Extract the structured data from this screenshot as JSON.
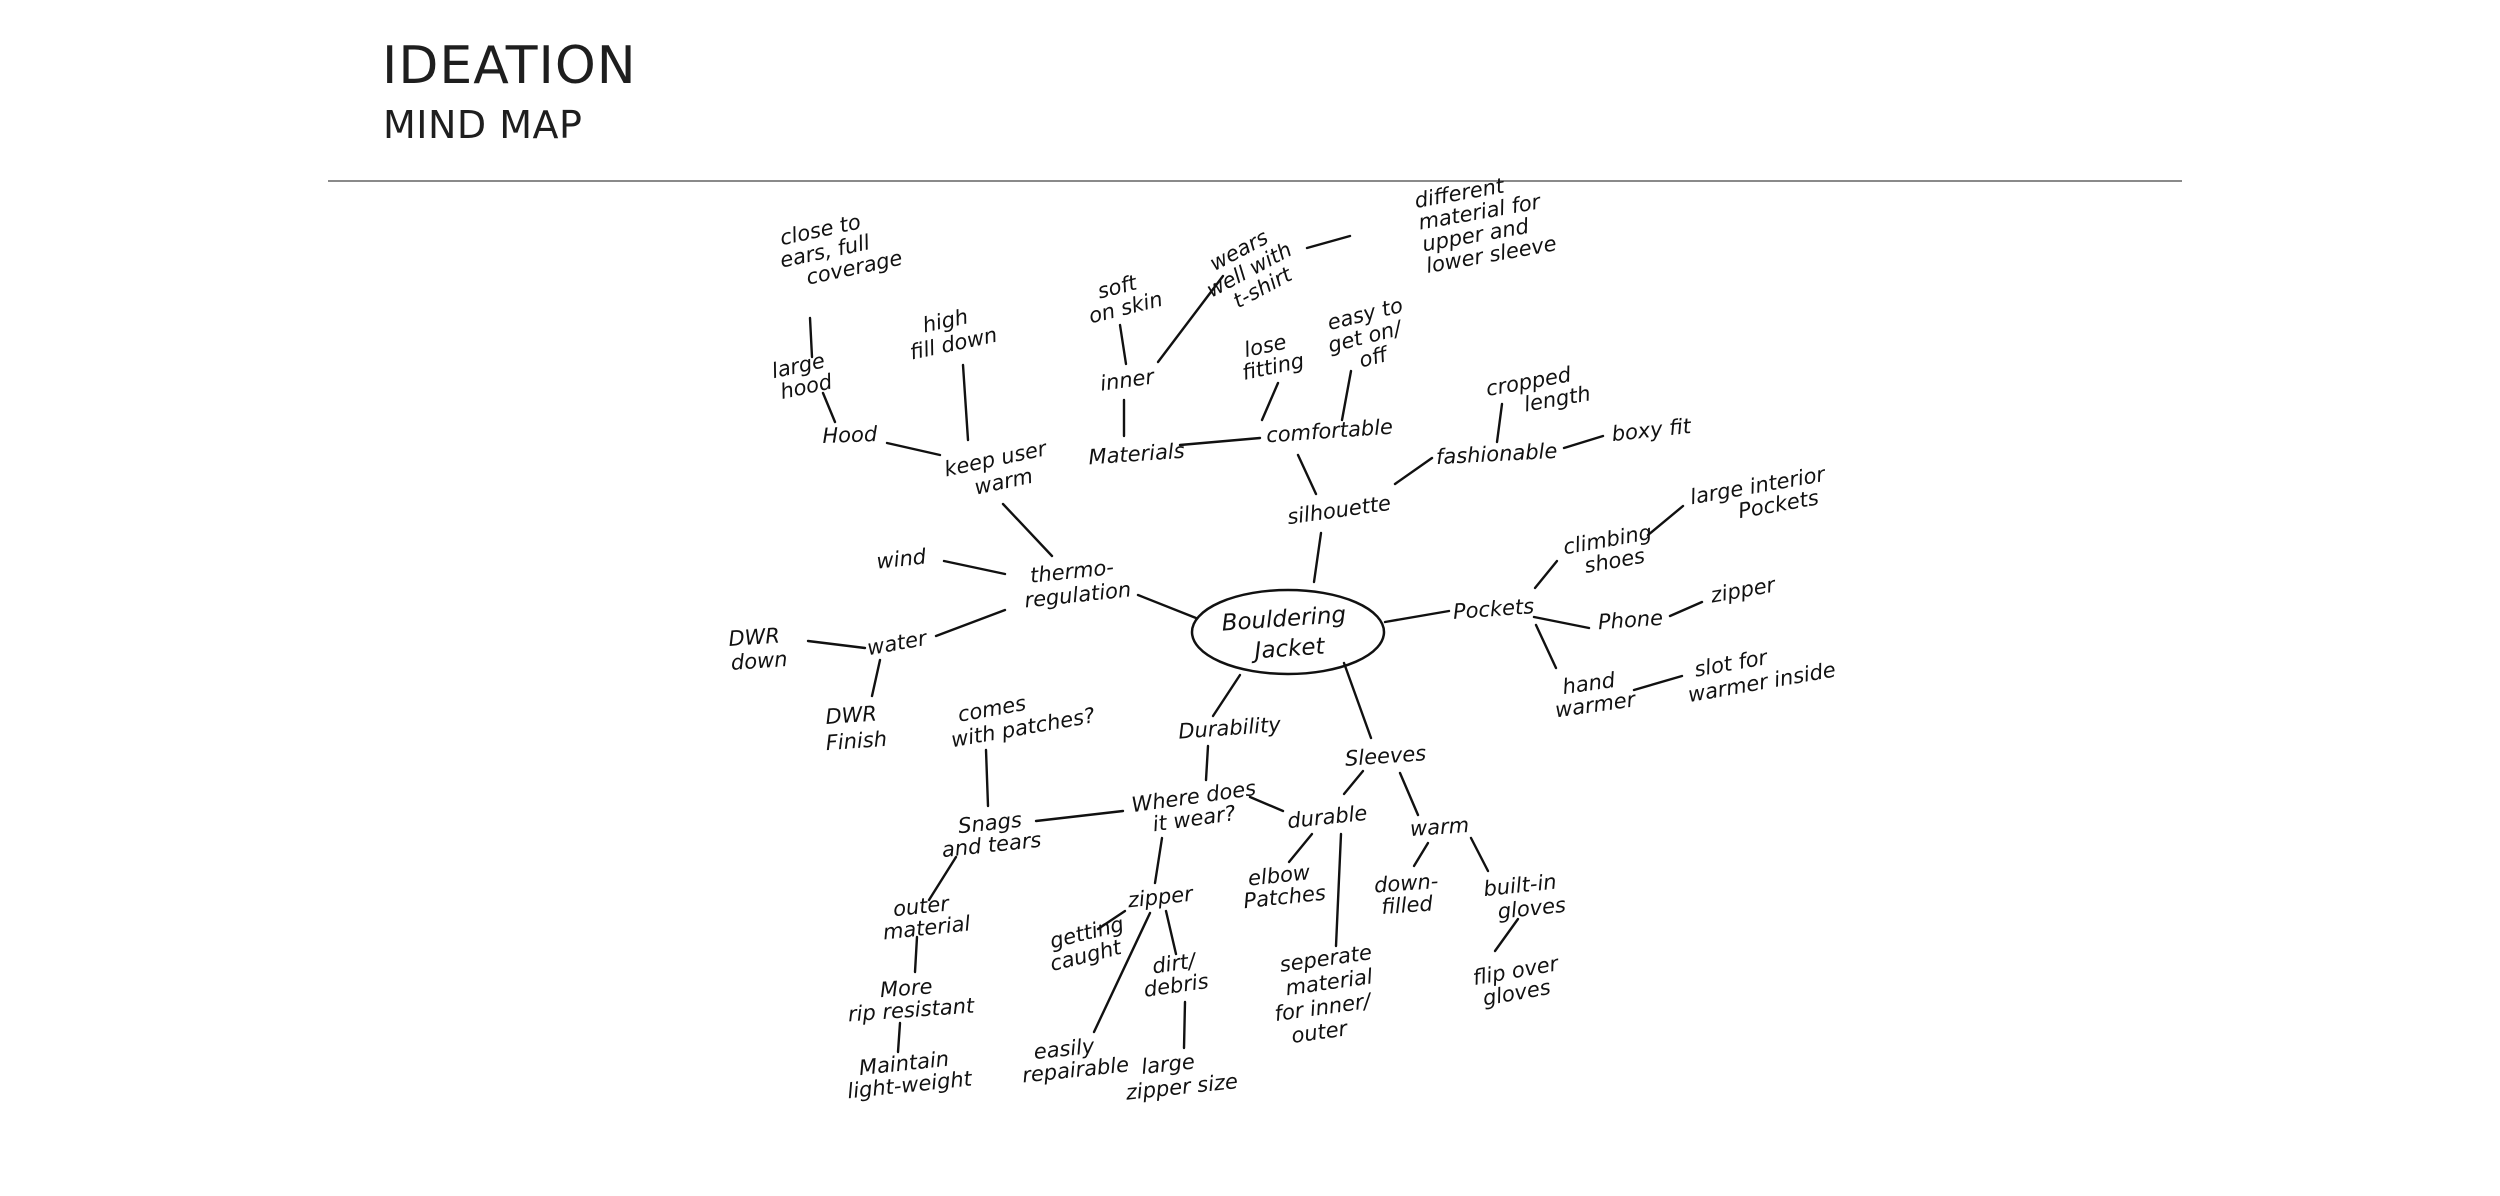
{
  "page": {
    "title": "IDEATION",
    "subtitle": "MIND MAP"
  },
  "center": {
    "lines": [
      "Bouldering",
      "Jacket"
    ]
  },
  "nodes": {
    "thermoregulation": [
      "thermo-",
      "regulation"
    ],
    "keep_user_warm": [
      "keep user",
      "warm"
    ],
    "hood": [
      "Hood"
    ],
    "large_hood": [
      "large",
      "hood"
    ],
    "close_to_ears": [
      "close to",
      "ears, full",
      "coverage"
    ],
    "high_fill_down": [
      "high",
      "fill down"
    ],
    "wind": [
      "wind"
    ],
    "water": [
      "water"
    ],
    "dwr_down": [
      "DWR",
      "down"
    ],
    "dwr_finish": [
      "DWR",
      "Finish"
    ],
    "silhouette": [
      "silhouette"
    ],
    "comfortable": [
      "comfortable"
    ],
    "materials": [
      "Materials"
    ],
    "inner": [
      "inner"
    ],
    "soft_on_skin": [
      "soft",
      "on skin"
    ],
    "wears_well": [
      "wears",
      "well with",
      "t-shirt"
    ],
    "different_material": [
      "different",
      "material for",
      "upper and",
      "lower sleeve"
    ],
    "lose_fitting": [
      "lose",
      "fitting"
    ],
    "easy_on_off": [
      "easy to",
      "get on/",
      "off"
    ],
    "fashionable": [
      "fashionable"
    ],
    "cropped_length": [
      "cropped",
      "length"
    ],
    "boxy_fit": [
      "boxy fit"
    ],
    "pockets": [
      "Pockets"
    ],
    "climbing_shoes": [
      "climbing",
      "shoes"
    ],
    "large_interior_pockets": [
      "large interior",
      "Pockets"
    ],
    "phone": [
      "Phone"
    ],
    "zipper_pocket": [
      "zipper"
    ],
    "hand_warmer": [
      "hand",
      "warmer"
    ],
    "slot_for_warmer": [
      "slot for",
      "warmer inside"
    ],
    "durability": [
      "Durability"
    ],
    "where_wear": [
      "Where does",
      "it wear?"
    ],
    "snags_tears": [
      "Snags",
      "and tears"
    ],
    "comes_with_patches": [
      "comes",
      "with patches?"
    ],
    "outer_material": [
      "outer",
      "material"
    ],
    "more_rip_resistant": [
      "More",
      "rip resistant"
    ],
    "maintain_light_weight": [
      "Maintain",
      "light-weight"
    ],
    "zipper": [
      "zipper"
    ],
    "getting_caught": [
      "getting",
      "caught"
    ],
    "dirt_debris": [
      "dirt/",
      "debris"
    ],
    "easily_repairable": [
      "easily",
      "repairable"
    ],
    "large_zipper_size": [
      "large",
      "zipper size"
    ],
    "sleeves": [
      "Sleeves"
    ],
    "durable": [
      "durable"
    ],
    "elbow_patches": [
      "elbow",
      "Patches"
    ],
    "seperate_material": [
      "seperate",
      "material",
      "for inner/",
      "outer"
    ],
    "warm": [
      "warm"
    ],
    "down_filled": [
      "down-",
      "filled"
    ],
    "built_in_gloves": [
      "built-in",
      "gloves"
    ],
    "flip_over_gloves": [
      "flip over",
      "gloves"
    ]
  }
}
